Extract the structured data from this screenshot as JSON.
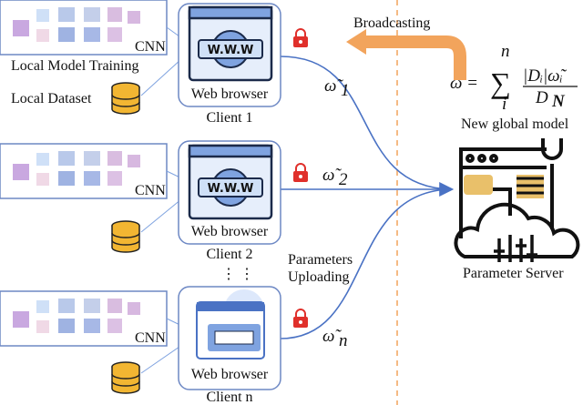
{
  "labels": {
    "local_model_training": "Local Model Training",
    "local_dataset": "Local Dataset",
    "cnn": "CNN",
    "web_browser": "Web browser",
    "www": "W.W.W",
    "broadcasting": "Broadcasting",
    "new_global_model": "New global model",
    "parameter_server": "Parameter Server",
    "parameters": "Parameters",
    "uploading": "Uploading",
    "vdots": "⋮   ⋮"
  },
  "clients": [
    {
      "name": "Client 1",
      "weight": "ω̃",
      "sub": "1"
    },
    {
      "name": "Client 2",
      "weight": "ω̃",
      "sub": "2"
    },
    {
      "name": "Client n",
      "weight": "ω̃",
      "sub": "n"
    }
  ],
  "formula": {
    "lhs": "ω =",
    "sum": "∑",
    "upper": "n",
    "lower": "i",
    "numerator": "|Dᵢ|ω̃ᵢ",
    "denominator": "D",
    "denominator_sub": "N"
  },
  "colors": {
    "arrow_blue": "#4a72c4",
    "broadcast_orange": "#f2a45c",
    "lock_red": "#e0302b",
    "dataset_gold": "#f2b632",
    "browser_blue": "#7fa3e0",
    "server_gold": "#e9c06a"
  },
  "icons": [
    "cnn-diagram-image",
    "database-icon",
    "web-browser-icon",
    "lock-icon",
    "parameter-server-icon"
  ]
}
